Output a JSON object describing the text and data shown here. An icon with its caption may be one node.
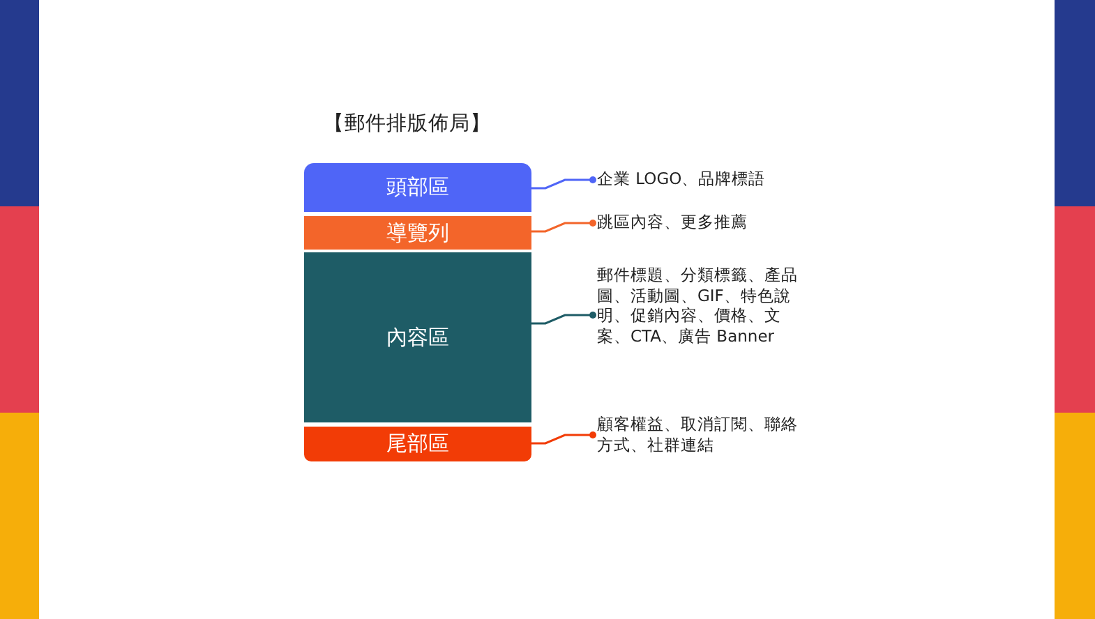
{
  "diagram": {
    "title": "【郵件排版佈局】",
    "nodes": [
      {
        "text": [
          "頭部區"
        ]
      },
      {
        "text": [
          "導覽列"
        ]
      },
      {
        "text": [
          "內容區"
        ]
      },
      {
        "text": [
          "尾部區"
        ]
      },
      {
        "text": [
          "企業 LOGO、品牌標語"
        ]
      },
      {
        "text": [
          "跳區內容、更多推薦"
        ]
      },
      {
        "text": [
          "郵件標題、分類標籤、產品圖、活動圖、GIF、特色說明、促銷內容、價格、文案、CTA、廣告 Banner"
        ]
      },
      {
        "text": [
          "顧客權益、取消訂閱、聯絡方式、社群連結"
        ]
      }
    ],
    "edges": [
      {
        "from": 4,
        "to": 0,
        "arrow": "other",
        "color": "#4f65f7"
      },
      {
        "from": 5,
        "to": 1,
        "arrow": "other",
        "color": "#f3652a"
      },
      {
        "from": 6,
        "to": 2,
        "arrow": "other",
        "color": "#1e5c66"
      },
      {
        "from": 7,
        "to": 3,
        "arrow": "other",
        "color": "#f23c06"
      }
    ]
  }
}
